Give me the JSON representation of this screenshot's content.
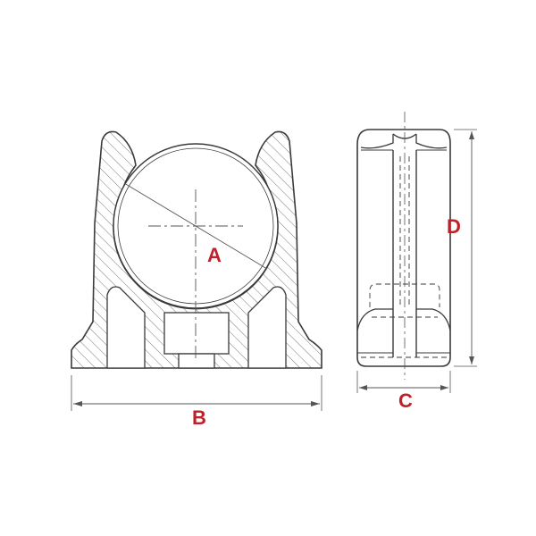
{
  "labels": {
    "a": "A",
    "b": "B",
    "c": "C",
    "d": "D"
  },
  "colors": {
    "outline": "#3a3a3a",
    "hatch": "#7a7a7a",
    "dimension": "#555555",
    "label": "#c0202a",
    "background": "#ffffff"
  }
}
